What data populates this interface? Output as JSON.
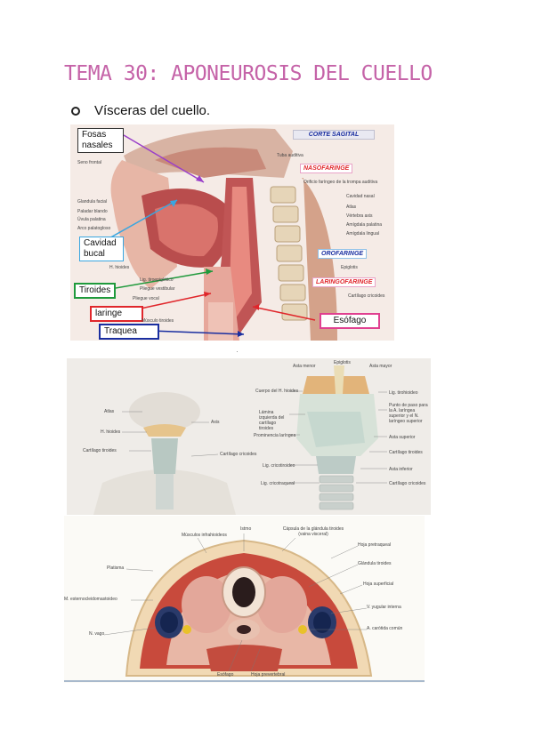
{
  "title": "TEMA 30: APONEUROSIS DEL CUELLO",
  "bullet": "Vísceras del cuello.",
  "figure1": {
    "header": "CORTE SAGITAL",
    "regions": {
      "naso": "NASOFARINGE",
      "oro": "OROFARINGE",
      "laringo": "LARINGOFARINGE"
    },
    "callouts": {
      "fosas": "Fosas nasales",
      "cavidad": "Cavidad bucal",
      "tiroides": "Tiroides",
      "laringe": "laringe",
      "traquea": "Traquea",
      "esofago": "Esófago"
    },
    "small_labels": {
      "l1": "Seno frontal",
      "l2": "Glandula facial",
      "l3": "Paladar blando",
      "l4": "Úvula palatina",
      "l5": "Arco palatogloso",
      "l6": "H. hioides",
      "l7": "Lig. tiroepiglótico",
      "l8": "Pliegue vestibular",
      "l9": "Pliegue vocal",
      "l10": "Músculo tiroides",
      "r1": "Tuba auditiva",
      "r2": "Orificio faríngeo de la trompa auditiva",
      "r3": "Cavidad nasal",
      "r4": "Atlas",
      "r5": "Vértebra axis",
      "r6": "Amígdala palatina",
      "r7": "Amígdala lingual",
      "r8": "Epiglotis",
      "r9": "Cartílago cricoides"
    },
    "colors": {
      "green": "#1f9a3c",
      "red": "#e0262b",
      "blue": "#1a2ea0",
      "purple": "#9a3fc9",
      "cyan": "#3aa6e0"
    }
  },
  "figure2": {
    "left": {
      "atlas": "Atlas",
      "axis": "Axis",
      "hioides": "H. hioides",
      "tiroides": "Cartílago tiroides",
      "cricoides": "Cartílago cricoides"
    },
    "right": {
      "asta_menor": "Asta menor",
      "epiglotis": "Epiglotis",
      "asta_mayor": "Asta mayor",
      "cuerpo": "Cuerpo del H. hioides",
      "lamina": "Lámina izquierda del cartílago tiroides",
      "prominencia": "Prominencia laríngea",
      "lig_cricotiroideo": "Lig. cricotiroideo",
      "lig_cricotraqueal": "Lig. cricotraqueal",
      "lig_tirohioideo": "Lig. tirohioideo",
      "punto": "Punto de paso para la A. laríngea superior y el N. laríngeo superior",
      "asta_superior": "Asta superior",
      "cart_tiroides": "Cartílago tiroides",
      "asta_inferior": "Asta inferior",
      "cart_cricoides": "Cartílago cricoides"
    }
  },
  "figure3": {
    "top": {
      "infra": "Músculos infrahioideos",
      "istmo": "Istmo",
      "capsula": "Cápsula de la glándula tiroides (vaina visceral)"
    },
    "right": {
      "hoja_pre": "Hoja pretraqueal",
      "glandula": "Glándula tiroides",
      "hoja_sup": "Hoja superficial",
      "yugular": "V. yugular interna",
      "carotida": "A. carótida común"
    },
    "left": {
      "platisma": "Platisma",
      "esterno": "M. esternocleidomastoideo",
      "vago": "N. vago"
    },
    "bottom": {
      "esofago": "Esófago",
      "hoja_prev": "Hoja prevertebral"
    }
  }
}
